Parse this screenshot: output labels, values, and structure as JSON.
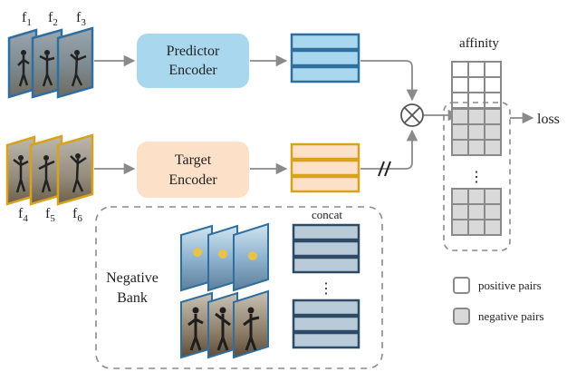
{
  "frames_top": {
    "labels": [
      "f1",
      "f2",
      "f3"
    ],
    "sub": [
      "1",
      "2",
      "3"
    ],
    "border_color": "#2f6fa0"
  },
  "frames_bottom": {
    "labels": [
      "f4",
      "f5",
      "f6"
    ],
    "sub": [
      "4",
      "5",
      "6"
    ],
    "border_color": "#d9a21c"
  },
  "predictor_encoder": {
    "line1": "Predictor",
    "line2": "Encoder",
    "fill": "#a9d8ee"
  },
  "target_encoder": {
    "line1": "Target",
    "line2": "Encoder",
    "fill": "#fce0c8"
  },
  "feature_stack_top": {
    "fill": "#a9d8ee",
    "border": "#2f6fa0"
  },
  "feature_stack_bottom": {
    "fill": "#fce0c8",
    "border": "#d9a21c"
  },
  "operator_symbol": "⊗",
  "stop_grad_symbol": "//",
  "affinity_label": "affinity",
  "loss_label": "loss",
  "negative_bank": {
    "line1": "Negative",
    "line2": "Bank",
    "concat_label": "concat",
    "dots": "⋮",
    "stack_fill": "#b9cad8",
    "stack_border": "#2d4a66"
  },
  "affinity_dots": "⋮",
  "legend": {
    "positive": "positive pairs",
    "negative": "negative pairs",
    "negative_fill": "#d9d9d9"
  }
}
